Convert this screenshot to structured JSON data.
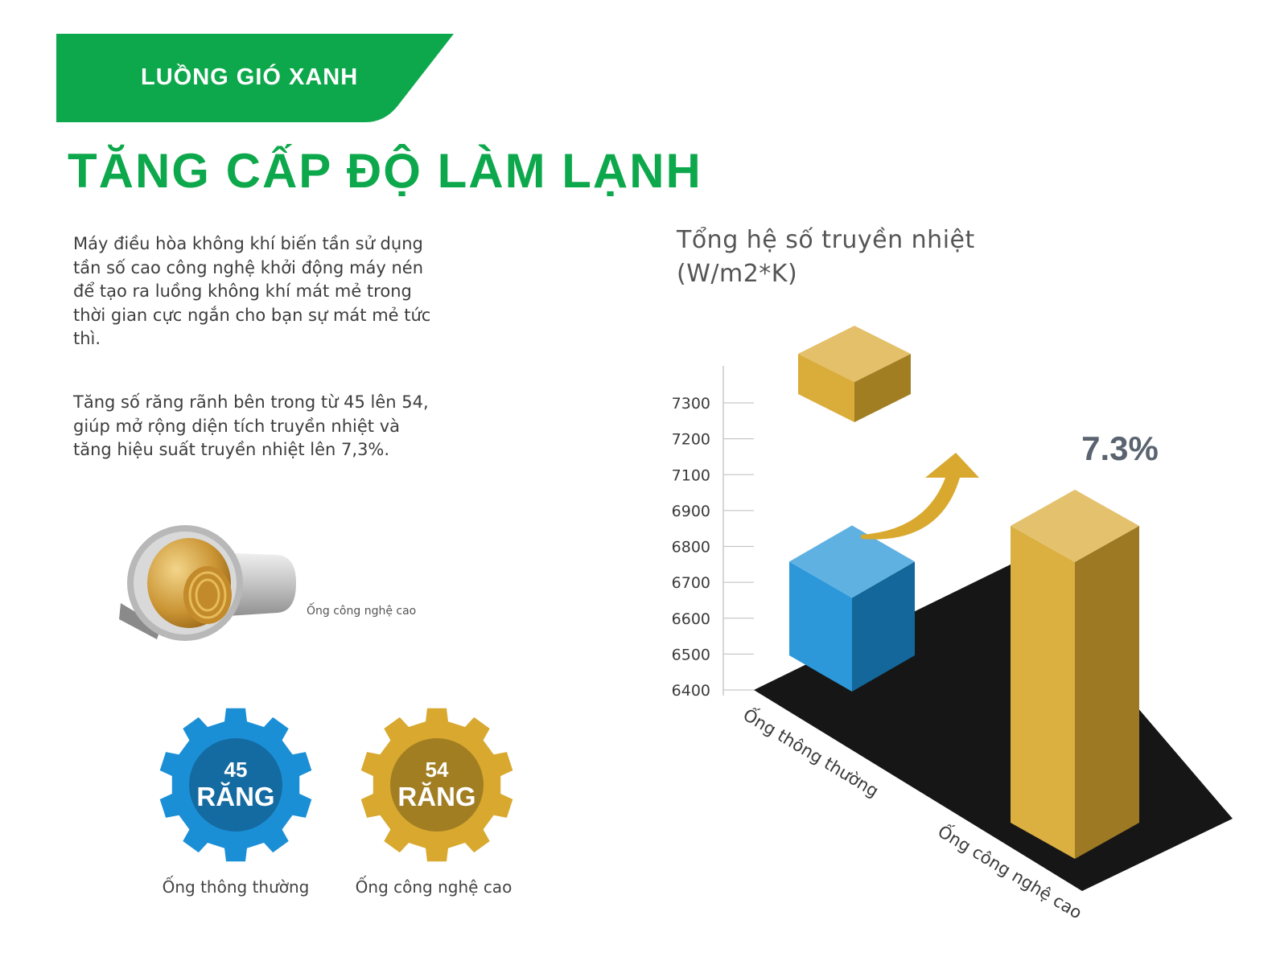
{
  "banner": {
    "label": "LUỒNG GIÓ XANH"
  },
  "headline": "TĂNG CẤP ĐỘ LÀM LẠNH",
  "paragraphs": [
    "Máy điều hòa không khí biến tần sử dụng tần số cao công nghệ khởi động máy nén để tạo ra luồng không khí mát mẻ trong thời gian cực ngắn cho bạn sự mát mẻ tức thì.",
    "Tăng số răng rãnh bên trong từ 45 lên 54, giúp mở rộng diện tích truyền nhiệt và tăng hiệu suất truyền nhiệt lên 7,3%."
  ],
  "pipe_label": "Ống công nghệ cao",
  "gears": [
    {
      "count": "45",
      "unit": "RĂNG",
      "caption": "Ống thông thường",
      "color": "#1b8fd6"
    },
    {
      "count": "54",
      "unit": "RĂNG",
      "caption": "Ống công nghệ cao",
      "color": "#d8a82f"
    }
  ],
  "colors": {
    "brand_green": "#0ea84c",
    "blue": "#1b8fd6",
    "gold": "#d8a82f"
  },
  "chart_data": {
    "type": "bar",
    "title": "Tổng hệ số truyền nhiệt",
    "unit_line": "(W/m2*K)",
    "categories": [
      "Ống thông thường",
      "Ống công nghệ cao"
    ],
    "y_ticks": [
      6400,
      6500,
      6600,
      6700,
      6800,
      6900,
      7100,
      7200,
      7300
    ],
    "values": [
      6800,
      7280
    ],
    "annotation": "7.3%",
    "grid": false,
    "legend": "none"
  }
}
